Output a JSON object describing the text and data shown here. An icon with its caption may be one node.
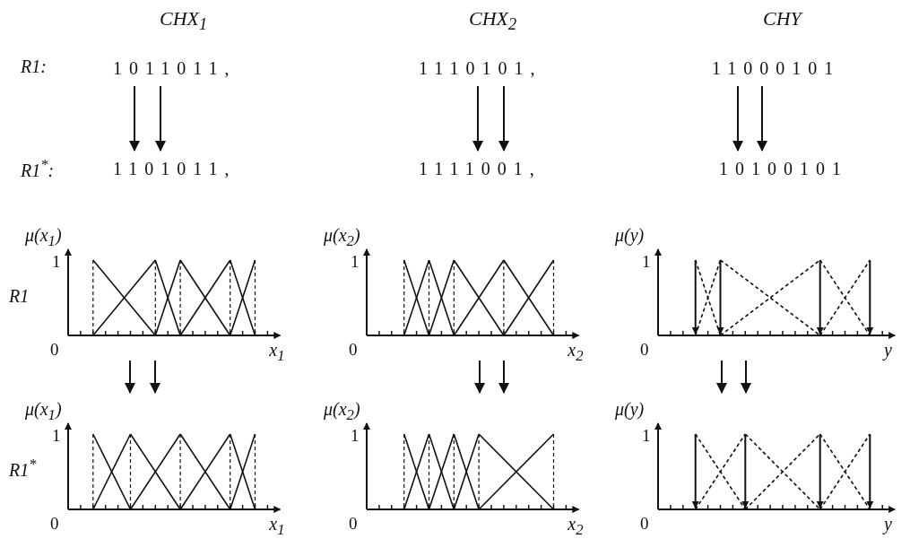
{
  "diagram": {
    "nodes": [
      {
        "text": [
          "1011011,"
        ]
      },
      {
        "text": [
          "1110101,"
        ]
      },
      {
        "text": [
          "11000101"
        ]
      },
      {
        "text": [
          "1101011,"
        ]
      },
      {
        "text": [
          "1111001,"
        ]
      },
      {
        "text": [
          "10100101"
        ]
      },
      {
        "text": [
          "μ(x$_{1}$)",
          "1",
          "0",
          "x$_{1}$"
        ]
      },
      {
        "text": [
          "μ(x$_{2}$)",
          "1",
          "0",
          "x$_{2}$"
        ]
      },
      {
        "text": [
          "μ(y)",
          "1",
          "0",
          "y"
        ]
      },
      {
        "text": [
          "μ(x$_{1}$)",
          "1",
          "0",
          "x$_{1}$"
        ]
      },
      {
        "text": [
          "μ(x$_{2}$)",
          "1",
          "0",
          "x$_{2}$"
        ]
      },
      {
        "text": [
          "μ(y)",
          "1",
          "0",
          "y"
        ]
      }
    ],
    "edges": [
      {
        "from": 0,
        "to": 3,
        "arrow": "to"
      },
      {
        "from": 0,
        "to": 3,
        "arrow": "to"
      },
      {
        "from": 1,
        "to": 4,
        "arrow": "to"
      },
      {
        "from": 1,
        "to": 4,
        "arrow": "to"
      },
      {
        "from": 2,
        "to": 5,
        "arrow": "to"
      },
      {
        "from": 2,
        "to": 5,
        "arrow": "to"
      },
      {
        "from": 6,
        "to": 9,
        "arrow": "to"
      },
      {
        "from": 6,
        "to": 9,
        "arrow": "to"
      },
      {
        "from": 7,
        "to": 10,
        "arrow": "to"
      },
      {
        "from": 7,
        "to": 10,
        "arrow": "to"
      },
      {
        "from": 8,
        "to": 11,
        "arrow": "to"
      },
      {
        "from": 8,
        "to": 11,
        "arrow": "to"
      }
    ],
    "labels": [
      "CHX$_{1}$",
      "CHX$_{2}$",
      "CHY",
      "R1:",
      "R1$^{*}$:",
      "R1",
      "R1$^{*}$"
    ]
  }
}
